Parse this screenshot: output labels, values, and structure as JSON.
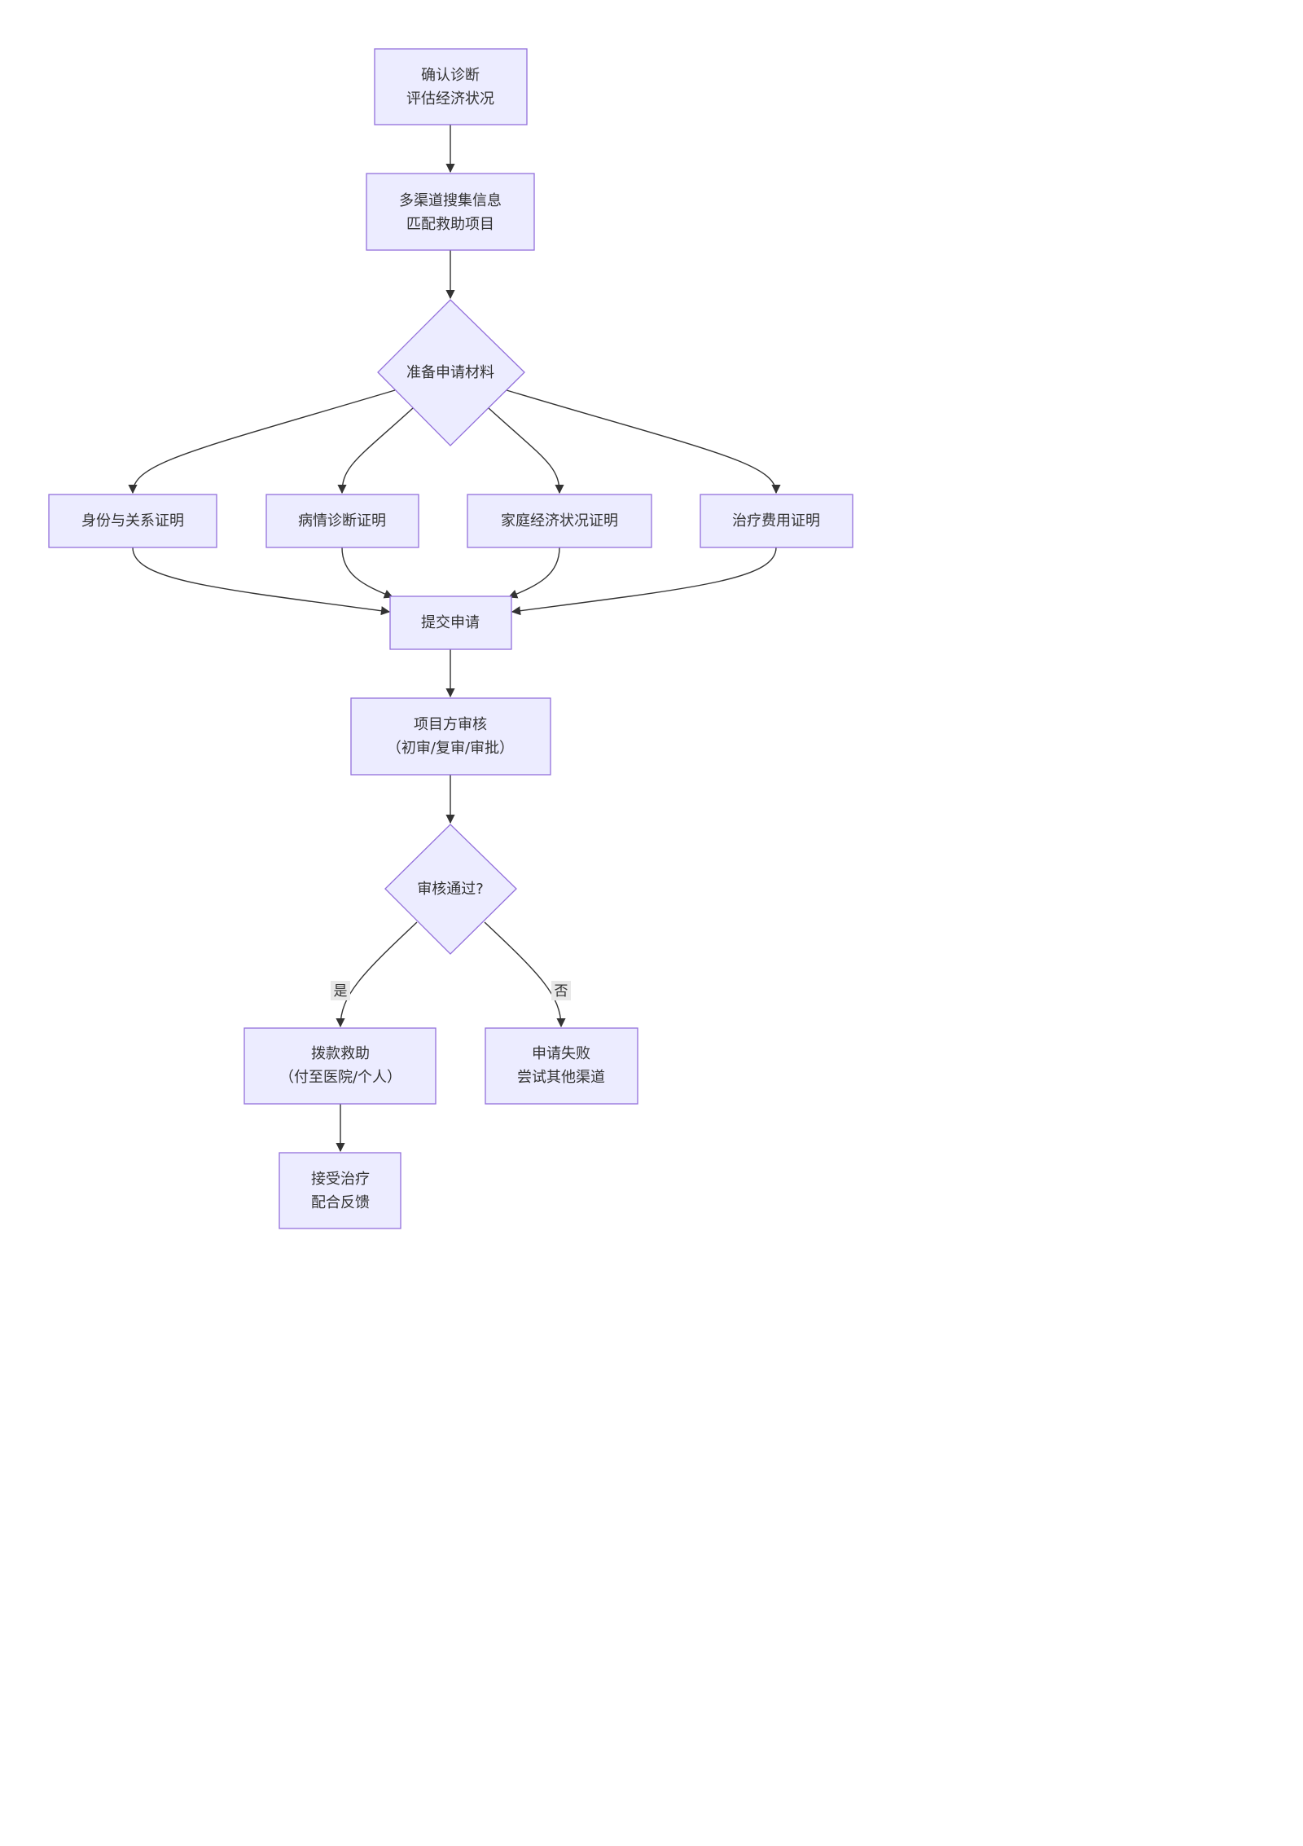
{
  "nodes": {
    "confirm": {
      "lines": [
        "确认诊断",
        "评估经济状况"
      ]
    },
    "search": {
      "lines": [
        "多渠道搜集信息",
        "匹配救助项目"
      ]
    },
    "prepare": {
      "lines": [
        "准备申请材料"
      ]
    },
    "identity": {
      "lines": [
        "身份与关系证明"
      ]
    },
    "diagnosis": {
      "lines": [
        "病情诊断证明"
      ]
    },
    "finance": {
      "lines": [
        "家庭经济状况证明"
      ]
    },
    "cost": {
      "lines": [
        "治疗费用证明"
      ]
    },
    "submit": {
      "lines": [
        "提交申请"
      ]
    },
    "review": {
      "lines": [
        "项目方审核",
        "（初审/复审/审批）"
      ]
    },
    "approved": {
      "lines": [
        "审核通过?"
      ]
    },
    "funding": {
      "lines": [
        "拨款救助",
        "（付至医院/个人）"
      ]
    },
    "failed": {
      "lines": [
        "申请失败",
        "尝试其他渠道"
      ]
    },
    "treatment": {
      "lines": [
        "接受治疗",
        "配合反馈"
      ]
    }
  },
  "edge_labels": {
    "yes": "是",
    "no": "否"
  },
  "colors": {
    "node_fill": "#ECECFF",
    "node_stroke": "#9370DB",
    "edge": "#333333",
    "text": "#333333",
    "edge_label_bg": "#e8e8e8"
  }
}
